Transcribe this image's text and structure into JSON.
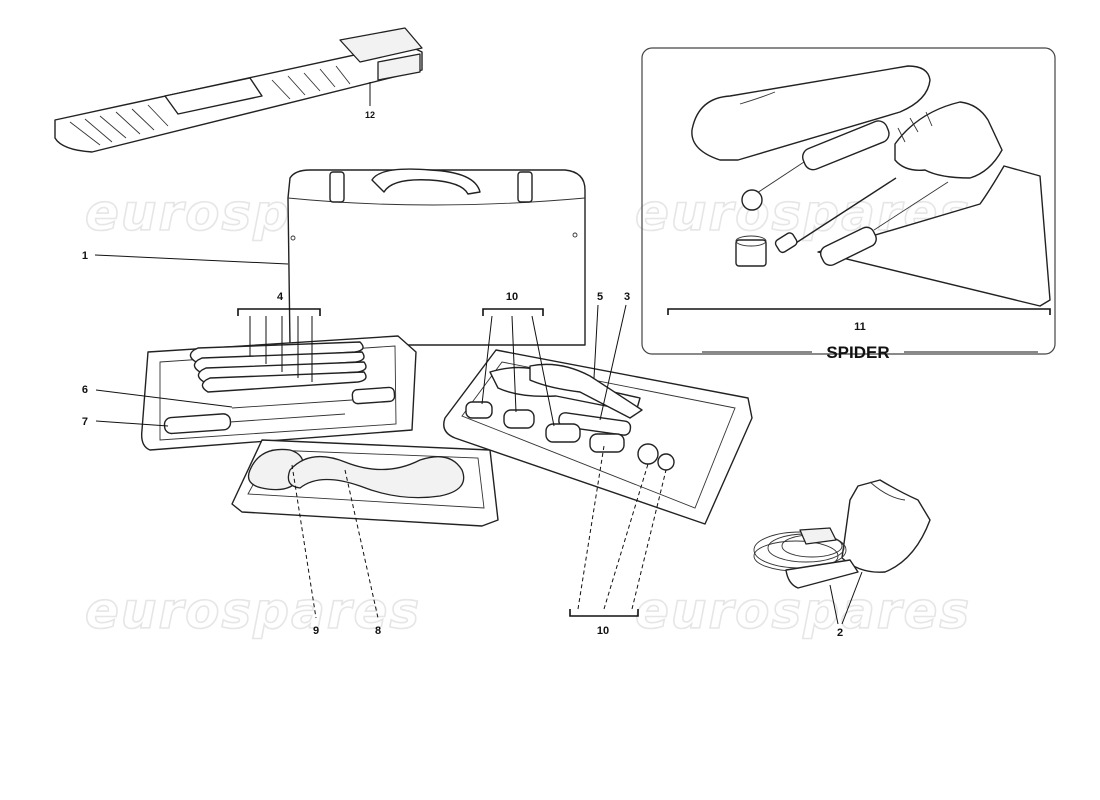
{
  "callouts": {
    "c1": "1",
    "c2": "2",
    "c3": "3",
    "c4": "4",
    "c5": "5",
    "c6": "6",
    "c7": "7",
    "c8": "8",
    "c9": "9",
    "c10_top": "10",
    "c10_bottom": "10",
    "c11": "11",
    "c12": "12"
  },
  "inset": {
    "caption": "SPIDER"
  },
  "watermark": {
    "text": "eurospares"
  }
}
